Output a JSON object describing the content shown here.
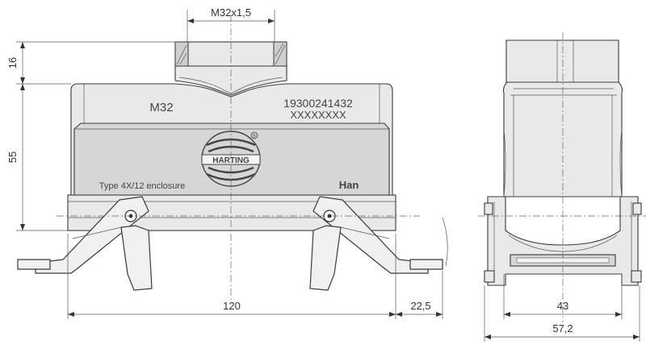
{
  "dimensions": {
    "thread": "M32x1,5",
    "height_top": "16",
    "height_body": "55",
    "width_main": "120",
    "width_lever": "22,5",
    "width_side_inner": "43",
    "width_side_outer": "57,2"
  },
  "labels": {
    "size": "M32",
    "part_number": "19300241432",
    "part_code": "XXXXXXXX",
    "brand": "HARTING",
    "type": "Type 4X/12 enclosure",
    "series": "Han",
    "registered": "®"
  },
  "colors": {
    "line": "#3a3a3a",
    "fill_body": "#e9e9e9",
    "fill_dark": "#d6d6d6"
  }
}
